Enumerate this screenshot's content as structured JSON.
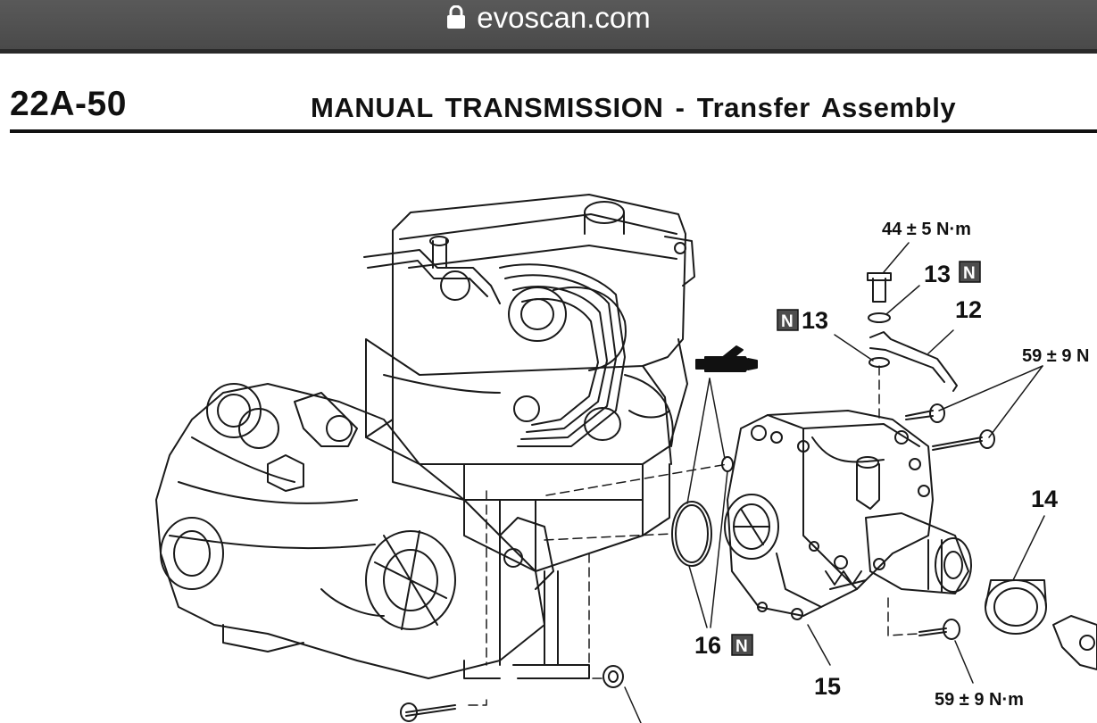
{
  "browser": {
    "url": "evoscan.com"
  },
  "page": {
    "id": "22A-50",
    "title": "MANUAL TRANSMISSION  -  Transfer Assembly"
  },
  "callouts": {
    "torque_top": "44 ± 5 N·m",
    "part_13_right": "13",
    "part_13_left": "13",
    "part_12": "12",
    "torque_right": "59 ± 9 N",
    "part_14": "14",
    "part_16": "16",
    "part_15": "15",
    "torque_bottom": "59 ± 9 N·m",
    "badge_letter": "N"
  }
}
